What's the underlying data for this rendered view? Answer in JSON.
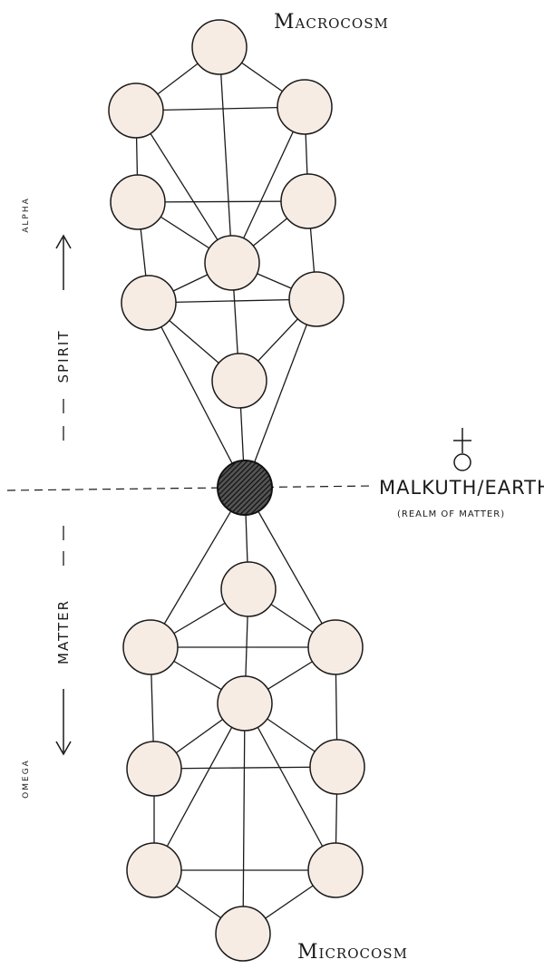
{
  "labels": {
    "macrocosm": "Macrocosm",
    "microcosm": "Microcosm",
    "alpha": "ALPHA",
    "omega": "OMEGA",
    "spirit": "SPIRIT",
    "matter": "MATTER",
    "malkuth_earth": "MALKUTH/EARTH",
    "realm_of_matter": "(REALM OF MATTER)"
  },
  "colors": {
    "node_fill": "#f7ece4",
    "center_node": "#2a2a2a",
    "line": "#1a1a1a"
  },
  "symbols": {
    "earth_glyph": "earth-planet-icon"
  }
}
